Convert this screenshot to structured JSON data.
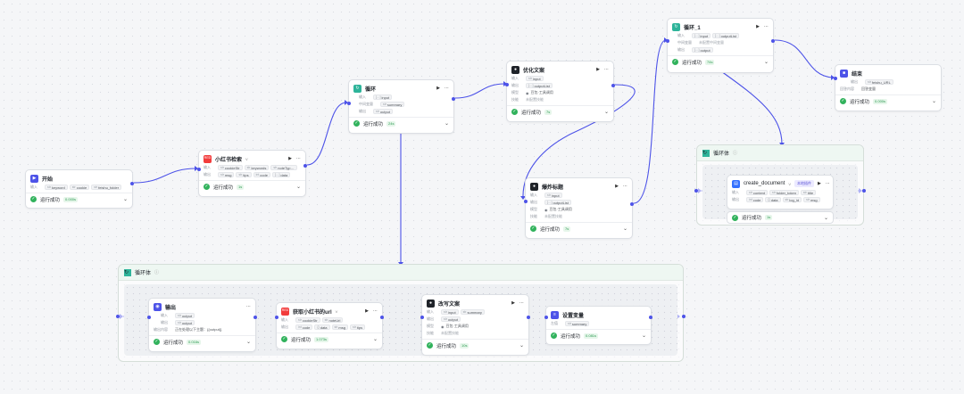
{
  "nodes": {
    "start": {
      "title": "开始",
      "row1_label": "输入",
      "inputs": [
        "keyword",
        "cookie",
        "feishu_folder"
      ],
      "status": "运行成功",
      "time": "0.000s"
    },
    "xhs_search": {
      "title": "小红书检索",
      "badge": "V",
      "in_label": "输入",
      "inputs": [
        "cookieStr",
        "keywords",
        "noteTyp…"
      ],
      "out_label": "输出",
      "outputs": [
        "msg",
        "tips",
        "code",
        "data"
      ],
      "status": "运行成功",
      "time": "1s"
    },
    "loop1": {
      "title": "循环",
      "in_label": "输入",
      "input": "input",
      "mid_label": "中间变量",
      "mid": "summary",
      "out_label": "输出",
      "output": "output",
      "status": "运行成功",
      "time": "24s"
    },
    "optimize": {
      "title": "优化文案",
      "in_label": "输入",
      "input": "input",
      "out_label": "输出",
      "output": "outputList",
      "model_label": "模型",
      "model": "豆包·工具调用",
      "skill_label": "技能",
      "skill": "未配置技能",
      "status": "运行成功",
      "time": "7s"
    },
    "title_gen": {
      "title": "爆炸标题",
      "in_label": "输入",
      "input": "input",
      "out_label": "输出",
      "output": "outputList",
      "model_label": "模型",
      "model": "豆包·工具调用",
      "skill_label": "技能",
      "skill": "未配置技能",
      "status": "运行成功",
      "time": "7s"
    },
    "loop_1": {
      "title": "循环_1",
      "in_label": "输入",
      "inputs": [
        "input",
        "outputList"
      ],
      "mid_label": "中间变量",
      "mid": "未配置中间变量",
      "out_label": "输出",
      "output": "output",
      "status": "运行成功",
      "time": "74s"
    },
    "end": {
      "title": "结束",
      "out_label": "输出",
      "output": "feishu_URL",
      "ans_label": "回答内容",
      "ans": "回答变量",
      "status": "运行成功",
      "time": "0.000s"
    },
    "create_doc": {
      "title": "create_document",
      "badge": "V",
      "extra_badge": "本地插件",
      "in_label": "输入",
      "inputs": [
        "content",
        "folder_token",
        "title"
      ],
      "out_label": "输出",
      "outputs": [
        "code",
        "data",
        "log_id",
        "msg"
      ],
      "status": "运行成功",
      "time": "1s"
    },
    "output_node": {
      "title": "输出",
      "in_label": "输入",
      "input": "output",
      "out_label": "输出",
      "output": "output",
      "content_label": "输出内容",
      "content": "正在处理以下主题：{{output}}",
      "status": "运行成功",
      "time": "0.016s"
    },
    "fetch_url": {
      "title": "获取小红书的url",
      "badge": "V",
      "in_label": "输入",
      "inputs": [
        "cookieStr",
        "noteUrl"
      ],
      "out_label": "输出",
      "outputs": [
        "code",
        "data",
        "msg",
        "tips"
      ],
      "status": "运行成功",
      "time": "1.073s"
    },
    "rewrite": {
      "title": "改写文案",
      "in_label": "输入",
      "inputs": [
        "input",
        "summary"
      ],
      "out_label": "输出",
      "output": "output",
      "model_label": "模型",
      "model": "豆包·工具调用",
      "skill_label": "技能",
      "skill": "未配置技能",
      "status": "运行成功",
      "time": "10s"
    },
    "set_var": {
      "title": "设置变量",
      "label": "左值",
      "value": "summary",
      "status": "运行成功",
      "time": "0.081s"
    }
  },
  "containers": {
    "loop_body_top": {
      "title": "循环体"
    },
    "loop_body_bottom": {
      "title": "循环体"
    }
  },
  "colors": {
    "wire": "#4d53e8",
    "success": "#31b25c",
    "start_icon": "#4d53e8",
    "plugin_icon": "#f23c3c",
    "llm_icon": "#1f2329",
    "loop_icon": "#2eb49a",
    "end_icon": "#4d53e8"
  }
}
